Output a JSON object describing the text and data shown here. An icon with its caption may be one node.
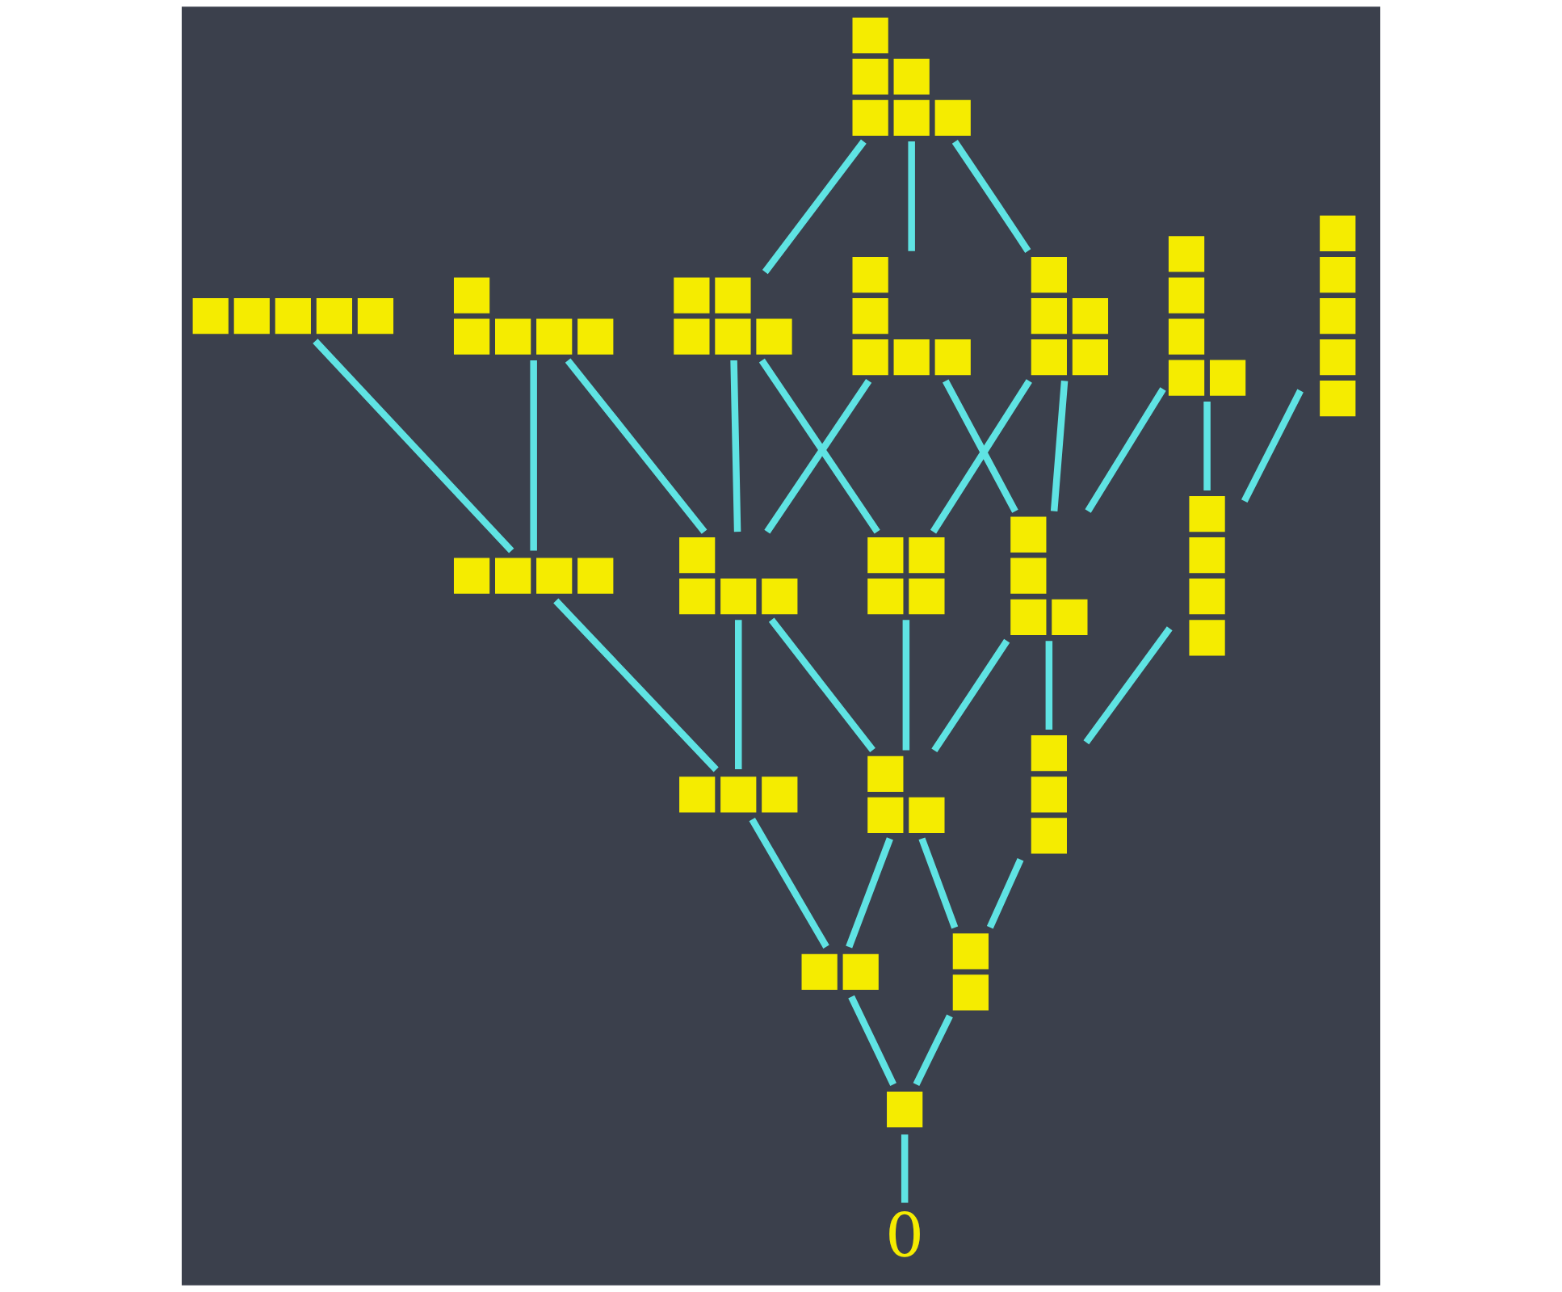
{
  "diagram": {
    "nodes": [
      {
        "text": [],
        "shape": "box"
      },
      {
        "text": [],
        "shape": "box"
      },
      {
        "text": [],
        "shape": "box"
      },
      {
        "text": [],
        "shape": "box"
      },
      {
        "text": [],
        "shape": "box"
      },
      {
        "text": [],
        "shape": "box"
      },
      {
        "text": [],
        "shape": "box"
      },
      {
        "text": [],
        "shape": "box"
      },
      {
        "text": [],
        "shape": "box"
      },
      {
        "text": [],
        "shape": "box"
      },
      {
        "text": [],
        "shape": "box"
      },
      {
        "text": [],
        "shape": "box"
      },
      {
        "text": [],
        "shape": "box"
      },
      {
        "text": [],
        "shape": "box"
      },
      {
        "text": [],
        "shape": "box"
      },
      {
        "text": [],
        "shape": "box"
      },
      {
        "text": [],
        "shape": "box"
      },
      {
        "text": [],
        "shape": "box"
      },
      {
        "text": [],
        "shape": "box"
      },
      {
        "text": [
          "0"
        ]
      }
    ],
    "edges": [
      {
        "from": 0,
        "to": 3,
        "arrow": "none"
      },
      {
        "from": 0,
        "to": 4,
        "arrow": "none"
      },
      {
        "from": 0,
        "to": 5,
        "arrow": "none"
      },
      {
        "from": 1,
        "to": 8,
        "arrow": "none"
      },
      {
        "from": 2,
        "to": 8,
        "arrow": "none"
      },
      {
        "from": 2,
        "to": 9,
        "arrow": "none"
      },
      {
        "from": 3,
        "to": 9,
        "arrow": "none"
      },
      {
        "from": 3,
        "to": 10,
        "arrow": "none"
      },
      {
        "from": 4,
        "to": 9,
        "arrow": "none"
      },
      {
        "from": 4,
        "to": 11,
        "arrow": "none"
      },
      {
        "from": 5,
        "to": 10,
        "arrow": "none"
      },
      {
        "from": 5,
        "to": 11,
        "arrow": "none"
      },
      {
        "from": 6,
        "to": 11,
        "arrow": "none"
      },
      {
        "from": 6,
        "to": 12,
        "arrow": "none"
      },
      {
        "from": 7,
        "to": 12,
        "arrow": "none"
      },
      {
        "from": 8,
        "to": 13,
        "arrow": "none"
      },
      {
        "from": 9,
        "to": 13,
        "arrow": "none"
      },
      {
        "from": 9,
        "to": 14,
        "arrow": "none"
      },
      {
        "from": 10,
        "to": 14,
        "arrow": "none"
      },
      {
        "from": 11,
        "to": 14,
        "arrow": "none"
      },
      {
        "from": 11,
        "to": 15,
        "arrow": "none"
      },
      {
        "from": 12,
        "to": 15,
        "arrow": "none"
      },
      {
        "from": 13,
        "to": 16,
        "arrow": "none"
      },
      {
        "from": 14,
        "to": 16,
        "arrow": "none"
      },
      {
        "from": 14,
        "to": 17,
        "arrow": "none"
      },
      {
        "from": 15,
        "to": 17,
        "arrow": "none"
      },
      {
        "from": 16,
        "to": 18,
        "arrow": "none"
      },
      {
        "from": 17,
        "to": 18,
        "arrow": "none"
      },
      {
        "from": 18,
        "to": 19,
        "arrow": "none"
      }
    ]
  }
}
